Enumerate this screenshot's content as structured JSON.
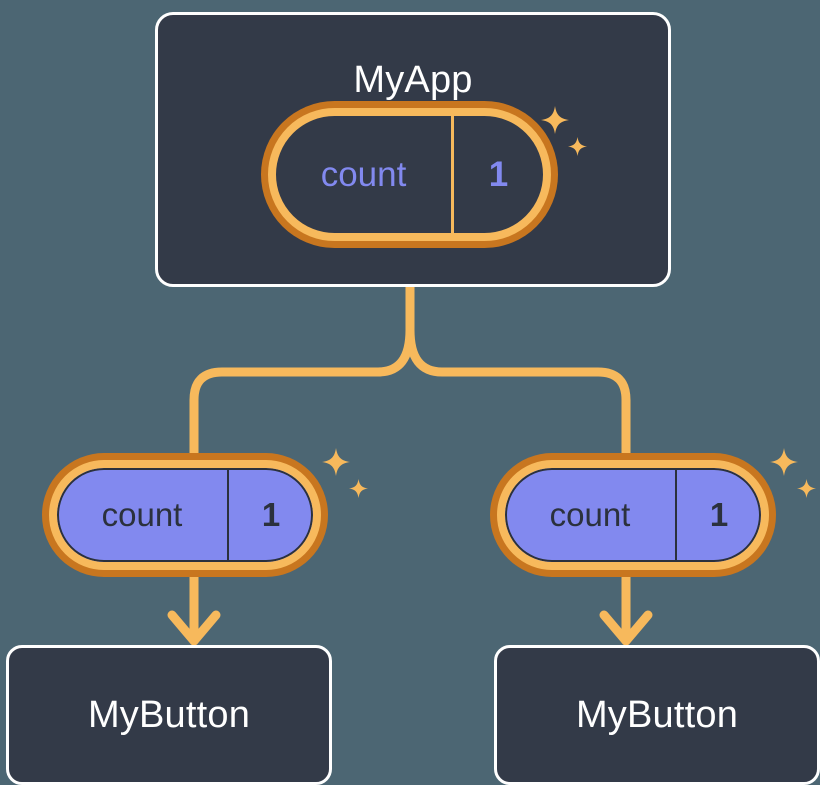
{
  "diagram": {
    "title": "MyApp component tree with shared count state",
    "type": "component-tree",
    "colors": {
      "page_background": "#4c6673",
      "card_background": "#333a48",
      "card_border": "#ffffff",
      "ring_light_orange": "#f7b95c",
      "ring_dark_orange": "#c8761f",
      "state_purple": "#8289ef",
      "text_dark": "#2b313d",
      "text_white": "#ffffff",
      "connector": "#f7b95c"
    }
  },
  "root": {
    "label": "MyApp",
    "state": {
      "key": "count",
      "value": "1"
    }
  },
  "children": [
    {
      "state": {
        "key": "count",
        "value": "1"
      },
      "label": "MyButton"
    },
    {
      "state": {
        "key": "count",
        "value": "1"
      },
      "label": "MyButton"
    }
  ],
  "icons": {
    "sparkle": "sparkle-icon"
  }
}
